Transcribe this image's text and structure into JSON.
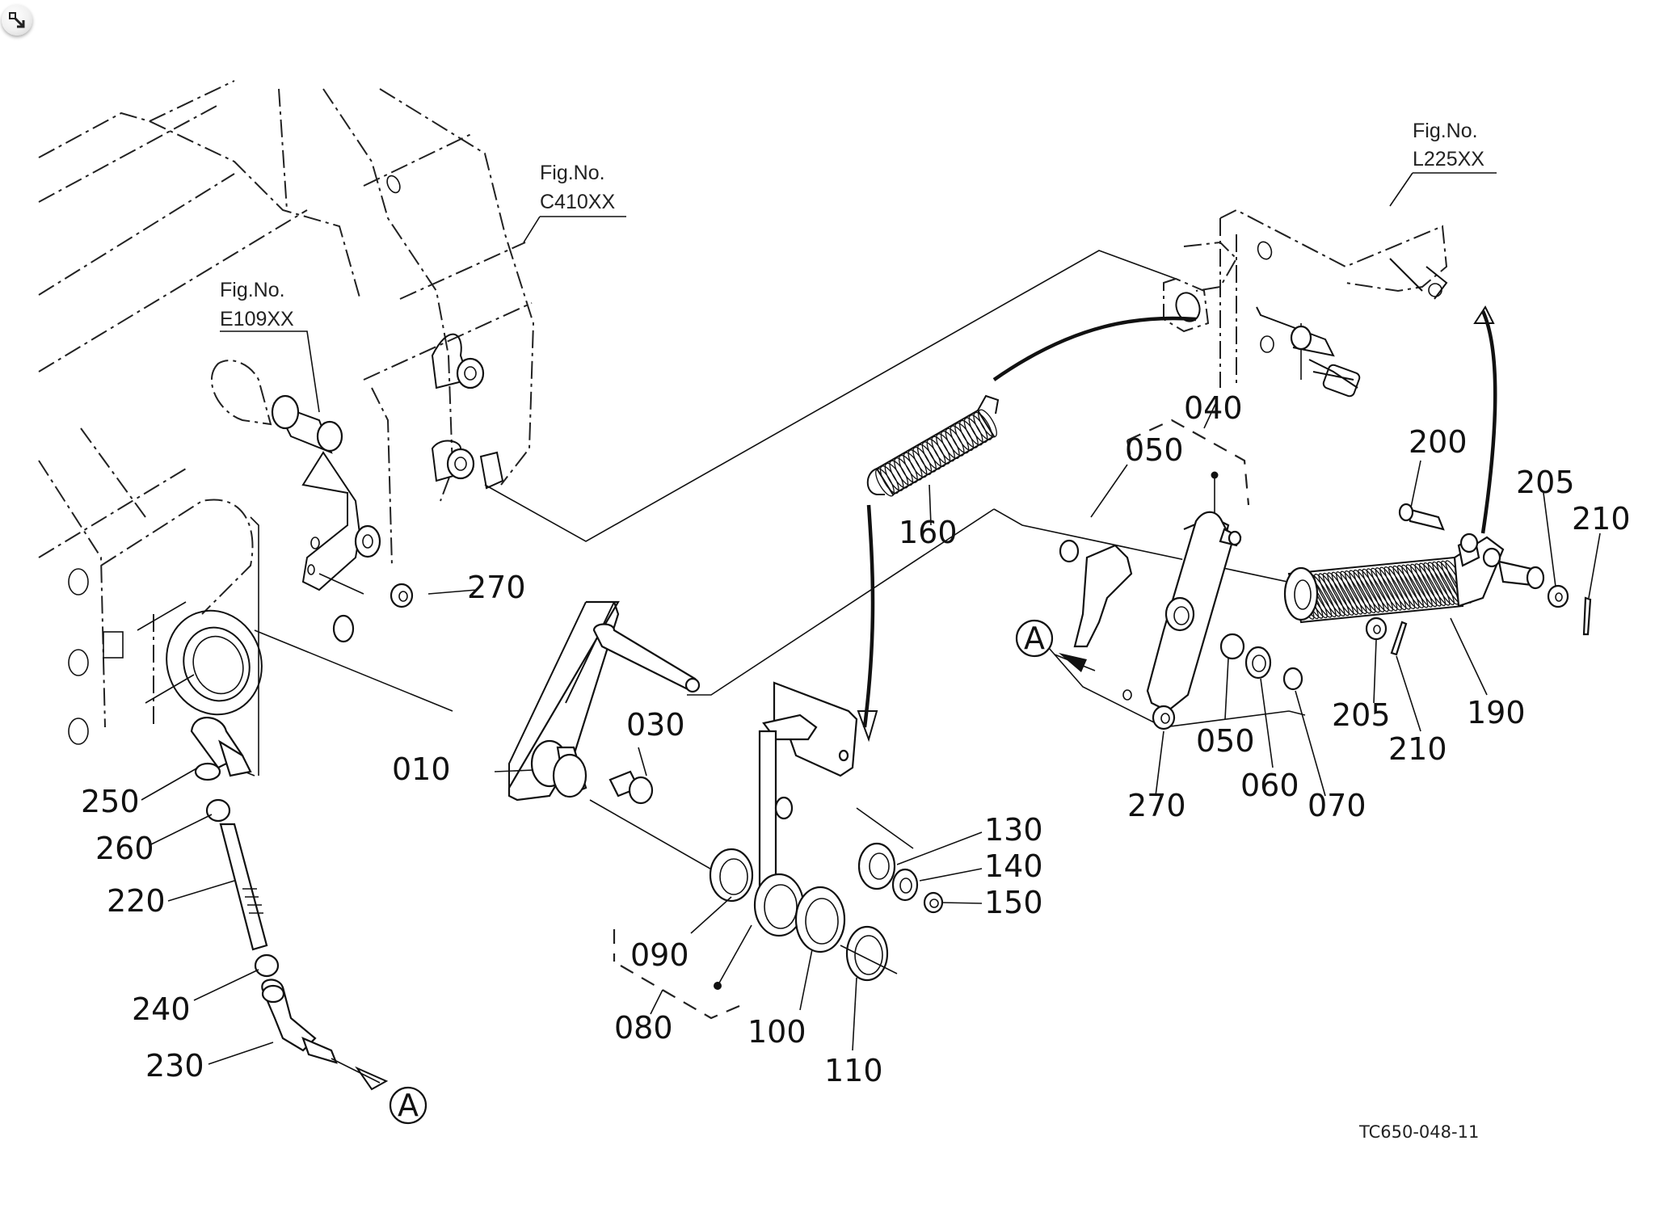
{
  "viewer": {
    "expand_button": "expand-icon"
  },
  "figure_refs": [
    {
      "id": "c410",
      "line1": "Fig.No.",
      "line2": "C410XX"
    },
    {
      "id": "l225",
      "line1": "Fig.No.",
      "line2": "L225XX"
    },
    {
      "id": "e109",
      "line1": "Fig.No.",
      "line2": "E109XX"
    }
  ],
  "drawing_code": "TC650-048-11",
  "view_marker": "A",
  "callouts": {
    "p010": "010",
    "p030": "030",
    "p040": "040",
    "p050a": "050",
    "p050b": "050",
    "p060": "060",
    "p070": "070",
    "p080": "080",
    "p090": "090",
    "p100": "100",
    "p110": "110",
    "p130": "130",
    "p140": "140",
    "p150": "150",
    "p160": "160",
    "p190": "190",
    "p200": "200",
    "p205a": "205",
    "p205b": "205",
    "p210a": "210",
    "p210b": "210",
    "p220": "220",
    "p230": "230",
    "p240": "240",
    "p250": "250",
    "p260": "260",
    "p270a": "270",
    "p270b": "270"
  }
}
